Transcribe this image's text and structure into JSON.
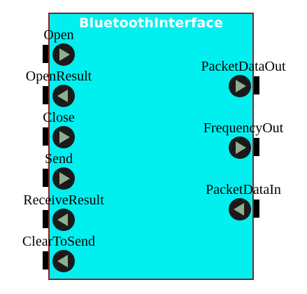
{
  "block": {
    "title": "BluetoothInterface",
    "fill_color": "#00f0f0",
    "border_color": "#8b2020"
  },
  "left_ports": [
    {
      "label": "Open",
      "direction": "in",
      "icon": "play-right-icon"
    },
    {
      "label": "OpenResult",
      "direction": "out",
      "icon": "play-left-icon"
    },
    {
      "label": "Close",
      "direction": "in",
      "icon": "play-right-icon"
    },
    {
      "label": "Send",
      "direction": "in",
      "icon": "play-right-icon"
    },
    {
      "label": "ReceiveResult",
      "direction": "out",
      "icon": "play-left-icon"
    },
    {
      "label": "ClearToSend",
      "direction": "out",
      "icon": "play-left-icon"
    }
  ],
  "right_ports": [
    {
      "label": "PacketDataOut",
      "direction": "out",
      "icon": "play-right-icon"
    },
    {
      "label": "FrequencyOut",
      "direction": "out",
      "icon": "play-right-icon"
    },
    {
      "label": "PacketDataIn",
      "direction": "in",
      "icon": "play-left-icon"
    }
  ],
  "colors": {
    "arrow_fill": "#8fae8f",
    "button_fill": "#1a1a1a"
  }
}
